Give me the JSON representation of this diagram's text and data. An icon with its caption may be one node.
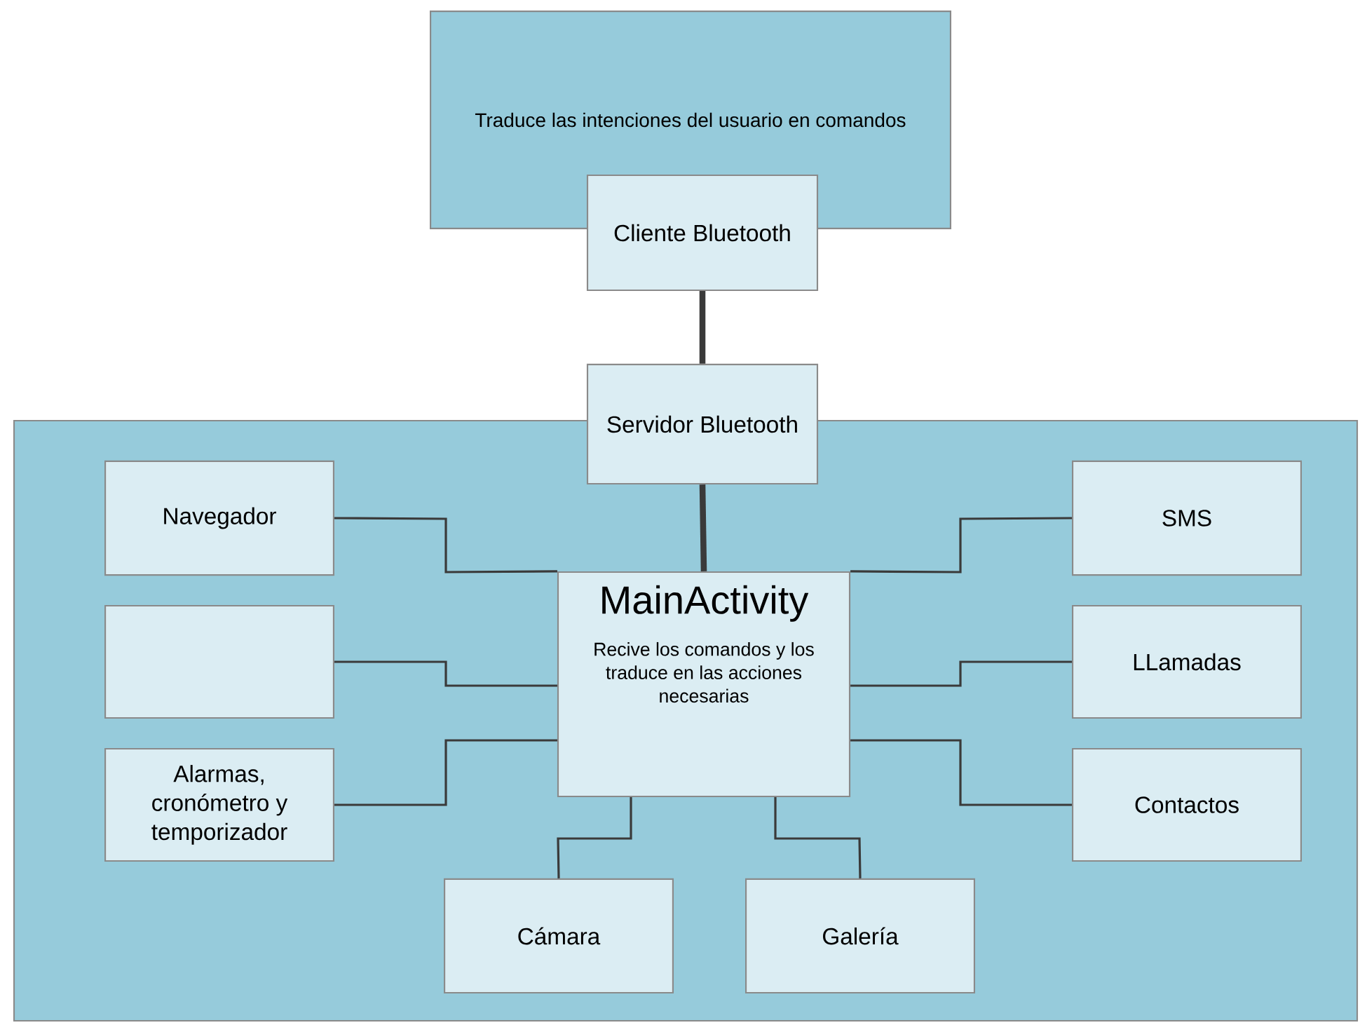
{
  "diagram": {
    "nodes": [
      {
        "text": [
          "Traduce las intenciones del usuario en comandos"
        ]
      },
      {
        "text": [
          "Cliente Bluetooth"
        ]
      },
      {
        "text": [],
        "shape": "box"
      },
      {
        "text": [
          "Servidor Bluetooth"
        ]
      },
      {
        "text": [
          "Navegador"
        ],
        "in": 2
      },
      {
        "text": [
          "SMS"
        ],
        "in": 2
      },
      {
        "text": [
          "MainActivity",
          "Recive los comandos y los traduce en las acciones necesarias"
        ],
        "in": 2
      },
      {
        "text": [],
        "shape": "box",
        "in": 2
      },
      {
        "text": [
          "LLamadas"
        ],
        "in": 2
      },
      {
        "text": [
          "Alarmas, cronómetro y temporizador"
        ],
        "in": 2
      },
      {
        "text": [
          "Contactos"
        ],
        "in": 2
      },
      {
        "text": [
          "Cámara"
        ],
        "in": 2
      },
      {
        "text": [
          "Galería"
        ],
        "in": 2
      }
    ],
    "edges": [
      {
        "from": 1,
        "to": 3,
        "arrow": "none",
        "style": "thick"
      },
      {
        "from": 3,
        "to": 6,
        "arrow": "none",
        "style": "thick"
      },
      {
        "from": 6,
        "to": 4,
        "arrow": "none"
      },
      {
        "from": 6,
        "to": 5,
        "arrow": "none"
      },
      {
        "from": 6,
        "to": 7,
        "arrow": "none"
      },
      {
        "from": 6,
        "to": 8,
        "arrow": "none"
      },
      {
        "from": 6,
        "to": 9,
        "arrow": "none"
      },
      {
        "from": 6,
        "to": 10,
        "arrow": "none"
      },
      {
        "from": 6,
        "to": 11,
        "arrow": "none"
      },
      {
        "from": 6,
        "to": 12,
        "arrow": "none"
      }
    ]
  }
}
